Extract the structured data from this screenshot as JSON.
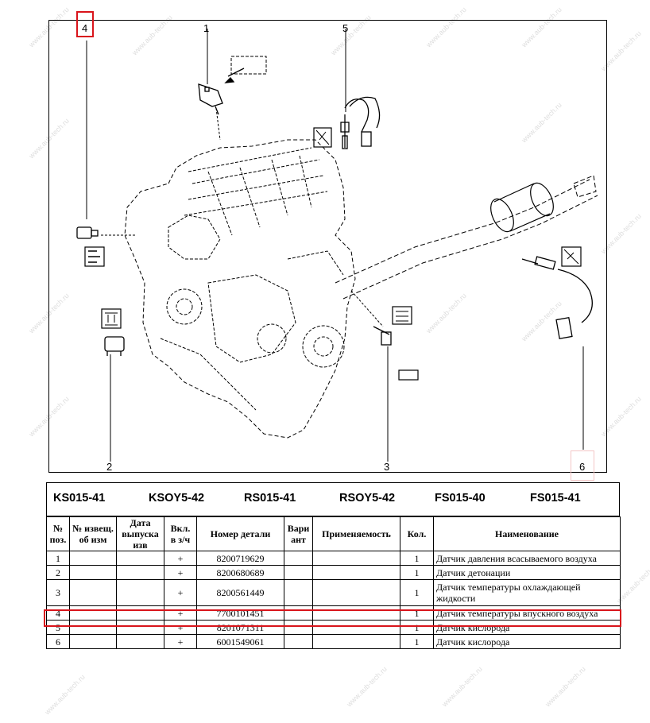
{
  "callouts": [
    "1",
    "2",
    "3",
    "4",
    "5",
    "6"
  ],
  "variant_codes": [
    "KS015-41",
    "KSOY5-42",
    "RS015-41",
    "RSOY5-42",
    "FS015-40",
    "FS015-41"
  ],
  "table": {
    "headers": {
      "pos": "№ поз.",
      "notif": "№ извещ. об изм",
      "date": "Дата выпуска изв",
      "incl": "Вкл. в з/ч",
      "part_number": "Номер детали",
      "variant": "Вари ант",
      "applicability": "Применяемость",
      "qty": "Кол.",
      "name": "Наименование"
    },
    "rows": [
      {
        "pos": "1",
        "incl": "+",
        "part_number": "8200719629",
        "qty": "1",
        "name": "Датчик давления всасываемого воздуха"
      },
      {
        "pos": "2",
        "incl": "+",
        "part_number": "8200680689",
        "qty": "1",
        "name": "Датчик детонации"
      },
      {
        "pos": "3",
        "incl": "+",
        "part_number": "8200561449",
        "qty": "1",
        "name": "Датчик температуры охлаждающей жидкости"
      },
      {
        "pos": "4",
        "incl": "+",
        "part_number": "7700101451",
        "qty": "1",
        "name": "Датчик температуры впускного воздуха"
      },
      {
        "pos": "5",
        "incl": "+",
        "part_number": "8201071311",
        "qty": "1",
        "name": "Датчик кислорода"
      },
      {
        "pos": "6",
        "incl": "+",
        "part_number": "6001549061",
        "qty": "1",
        "name": "Датчик кислорода"
      }
    ]
  },
  "highlight": {
    "row_pos": "4",
    "callout": "4",
    "color": "#d9141b"
  },
  "watermark": "www.aub-tech.ru"
}
